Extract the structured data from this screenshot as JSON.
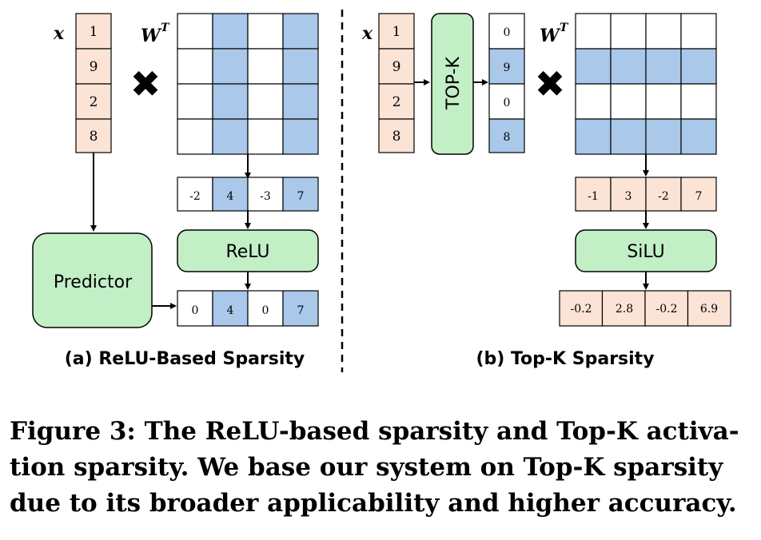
{
  "left_panel": {
    "x_label": "x",
    "w_label": "W",
    "w_sup": "T",
    "x_values": [
      "1",
      "9",
      "2",
      "8"
    ],
    "weight_rows": [
      [
        0,
        1,
        0,
        1
      ],
      [
        0,
        1,
        0,
        1
      ],
      [
        0,
        1,
        0,
        1
      ],
      [
        0,
        1,
        0,
        1
      ]
    ],
    "pre_activation": [
      "-2",
      "4",
      "-3",
      "7"
    ],
    "pre_activation_highlight": [
      false,
      true,
      false,
      true
    ],
    "activation": "ReLU",
    "output": [
      "0",
      "4",
      "0",
      "7"
    ],
    "output_highlight": [
      false,
      true,
      false,
      true
    ],
    "predictor": "Predictor",
    "caption": "(a) ReLU-Based Sparsity"
  },
  "right_panel": {
    "x_label": "x",
    "w_label": "W",
    "w_sup": "T",
    "x_values": [
      "1",
      "9",
      "2",
      "8"
    ],
    "topk_label": "TOP-K",
    "topk_values": [
      "0",
      "9",
      "0",
      "8"
    ],
    "topk_highlight": [
      false,
      true,
      false,
      true
    ],
    "weight_rows": [
      [
        0,
        0,
        0,
        0
      ],
      [
        1,
        1,
        1,
        1
      ],
      [
        0,
        0,
        0,
        0
      ],
      [
        1,
        1,
        1,
        1
      ]
    ],
    "pre_activation": [
      "-1",
      "3",
      "-2",
      "7"
    ],
    "activation": "SiLU",
    "output": [
      "-0.2",
      "2.8",
      "-0.2",
      "6.9"
    ],
    "caption": "(b) Top-K Sparsity"
  },
  "colors": {
    "peach": "#FBE3D6",
    "blue": "#A9C8EA",
    "green": "#C2EFC6",
    "stroke": "#000000"
  },
  "figure_caption": "Figure 3: The ReLU-based sparsity and Top-K activa-\ntion sparsity. We base our system on Top-K sparsity\ndue to its broader applicability and higher accuracy."
}
